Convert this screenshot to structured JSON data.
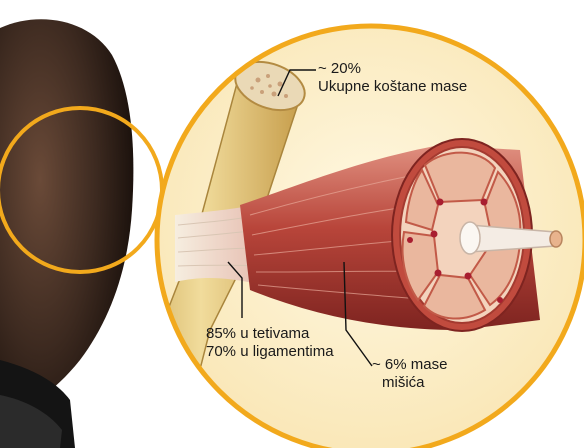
{
  "labels": {
    "bone_pct": "~ 20%",
    "bone_desc": "Ukupne koštane mase",
    "tendon_line": "85% u tetivama",
    "ligament_line": "70% u ligamentima",
    "muscle_pct": "~ 6% mase",
    "muscle_desc": "mišića"
  },
  "colors": {
    "ring": "#f2a91c",
    "inset_background": "#fdf0cf",
    "bone": "#e8cf86",
    "muscle": "#b8453a",
    "skin": "#3a2a20"
  }
}
